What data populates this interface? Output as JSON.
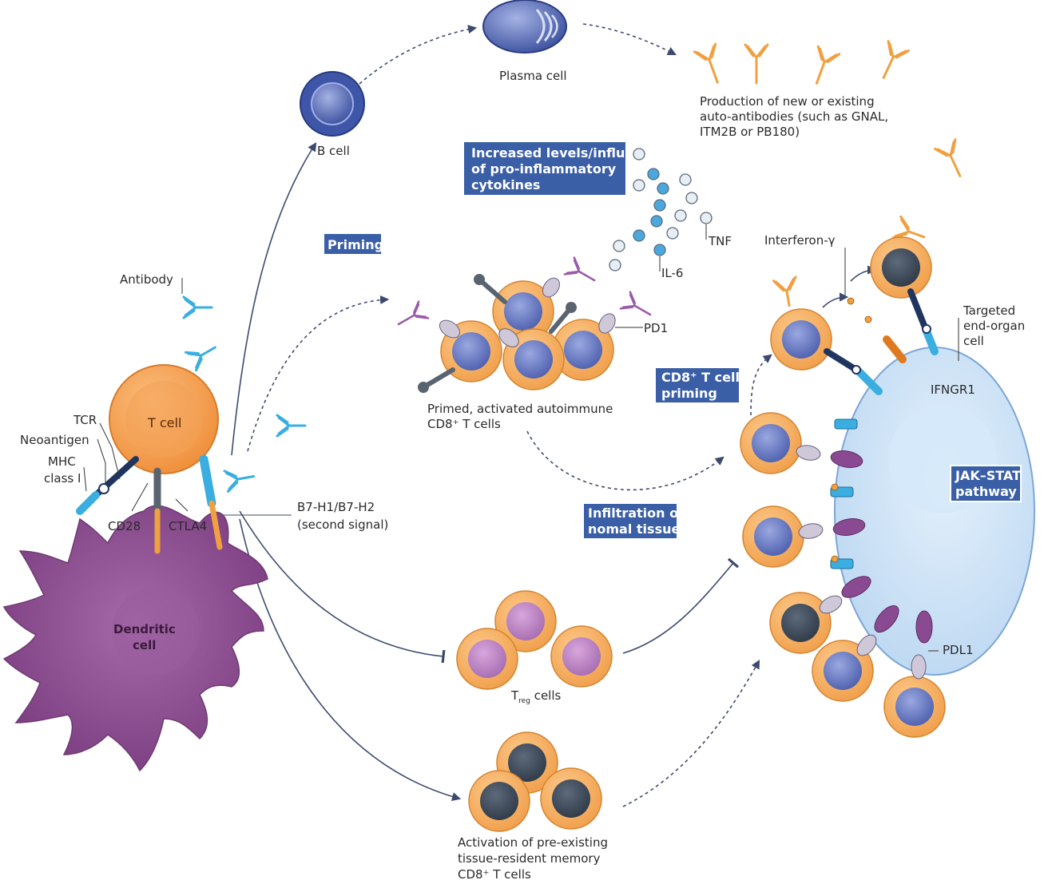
{
  "colors": {
    "box_fill": "#3a5fa6",
    "cell_orange": "#f6a95a",
    "nucleus_blue": "#6678c0",
    "dendritic_purple": "#8e4f91",
    "antibody_blue": "#3aaee0",
    "antibody_orange": "#f0a040",
    "antibody_purple": "#9a5aa8",
    "target_cell": "#cfe3f7"
  },
  "labels": {
    "plasma_cell": "Plasma cell",
    "b_cell": "B cell",
    "autoantibodies": [
      "Production of new or existing",
      "auto-antibodies (such as GNAL,",
      "ITM2B or PB180)"
    ],
    "cytokines_box": [
      "Increased levels/influx",
      "of pro-inflammatory",
      "cytokines"
    ],
    "priming_box": "Priming",
    "tnf": "TNF",
    "il6": "IL-6",
    "pd1": "PD1",
    "antibody": "Antibody",
    "interferon": "Interferon-γ",
    "targeted_cell": [
      "Targeted",
      "end-organ",
      "cell"
    ],
    "tcr": "TCR",
    "neoantigen": "Neoantigen",
    "mhc": [
      "MHC",
      "class I"
    ],
    "t_cell": "T cell",
    "cd28": "CD28",
    "ctla4": "CTLA4",
    "b7": [
      "B7-H1/B7-H2",
      "(second signal)"
    ],
    "primed_cells": [
      "Primed, activated autoimmune",
      "CD8⁺ T cells"
    ],
    "cd8_priming_box": [
      "CD8⁺ T cell",
      "priming"
    ],
    "ifngr1": "IFNGR1",
    "jak_stat_box": [
      "JAK–STAT",
      "pathway"
    ],
    "infiltration_box": [
      "Infiltration of",
      "nomal tissue"
    ],
    "dendritic_cell": [
      "Dendritic",
      "cell"
    ],
    "treg_main": "T",
    "treg_sub": "reg",
    "treg_suffix": " cells",
    "pdl1": "PDL1",
    "memory_cells": [
      "Activation of pre-existing",
      "tissue-resident memory",
      "CD8⁺ T cells"
    ]
  }
}
